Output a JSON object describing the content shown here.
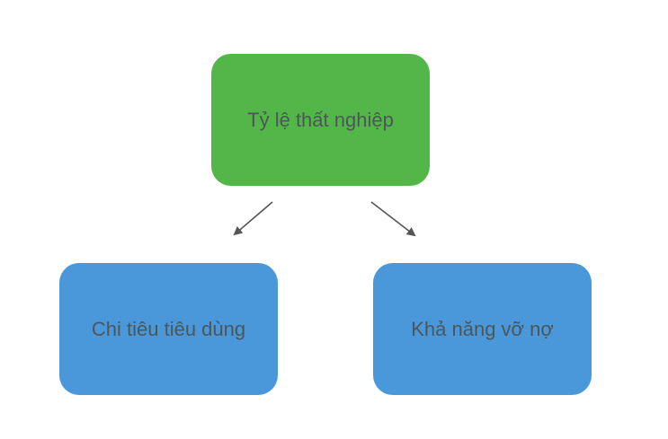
{
  "diagram": {
    "root": {
      "label": "Tỷ lệ thất nghiệp",
      "color": "#52b748"
    },
    "children": [
      {
        "label": "Chi tiêu tiêu dùng",
        "color": "#4a97d9"
      },
      {
        "label": "Khả năng vỡ nợ",
        "color": "#4a97d9"
      }
    ],
    "edges": [
      {
        "from": "root",
        "to": "children.0"
      },
      {
        "from": "root",
        "to": "children.1"
      }
    ],
    "arrow_color": "#555555"
  }
}
